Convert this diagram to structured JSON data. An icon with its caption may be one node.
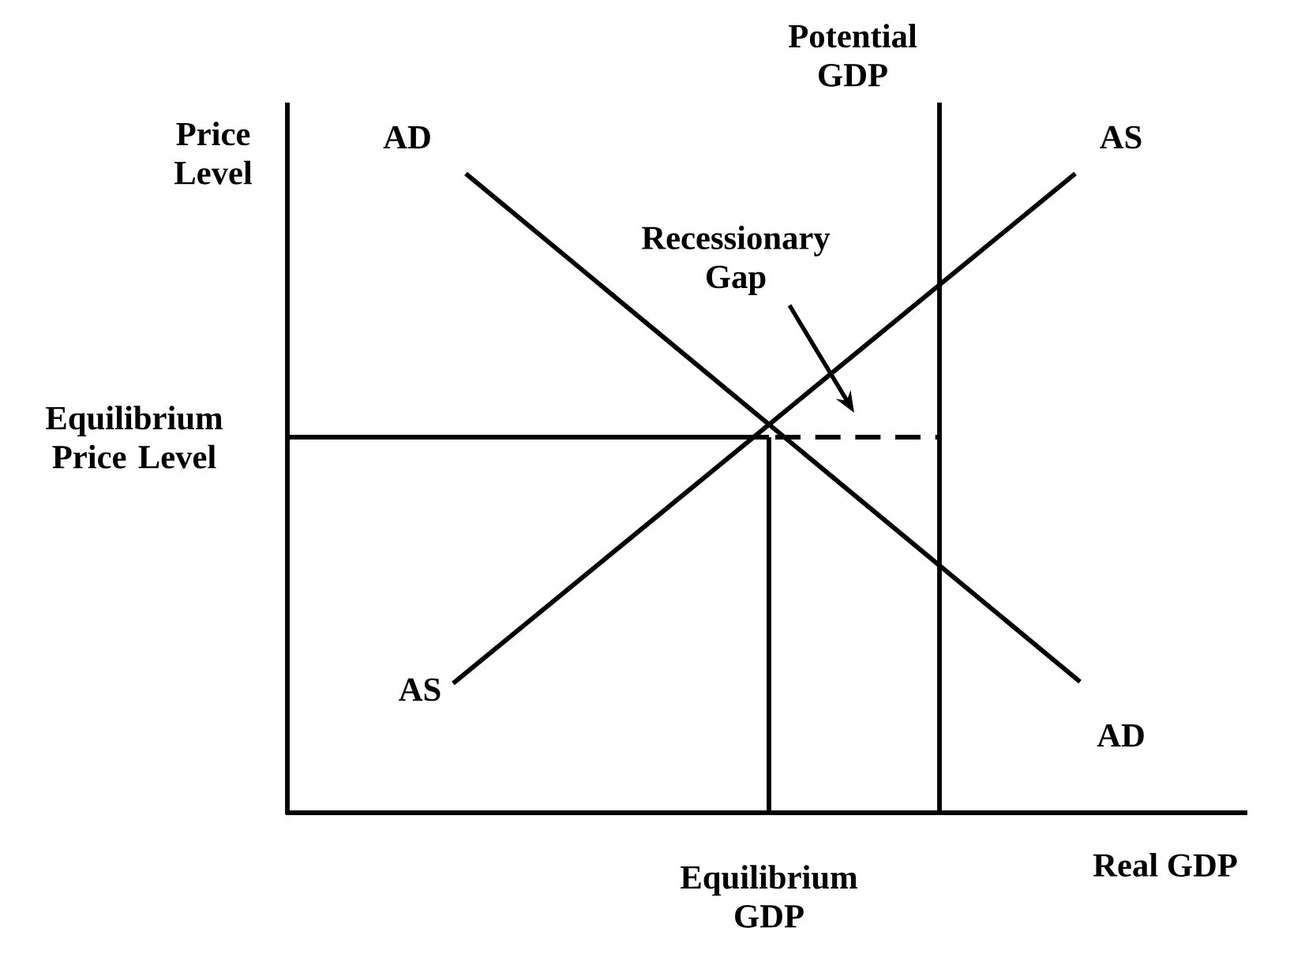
{
  "diagram": {
    "nodes": [
      {
        "text": [
          "Recessionary Gap"
        ]
      },
      {
        "text": [],
        "shape": "line"
      }
    ],
    "edges": [
      {
        "from": 0,
        "to": 1,
        "arrow": "to"
      }
    ],
    "labels": [
      "Potential GDP",
      "Price Level",
      "AD",
      "AS",
      "Equilibrium Price Level",
      "AS",
      "AD",
      "Equilibrium GDP",
      "Real GDP"
    ]
  }
}
